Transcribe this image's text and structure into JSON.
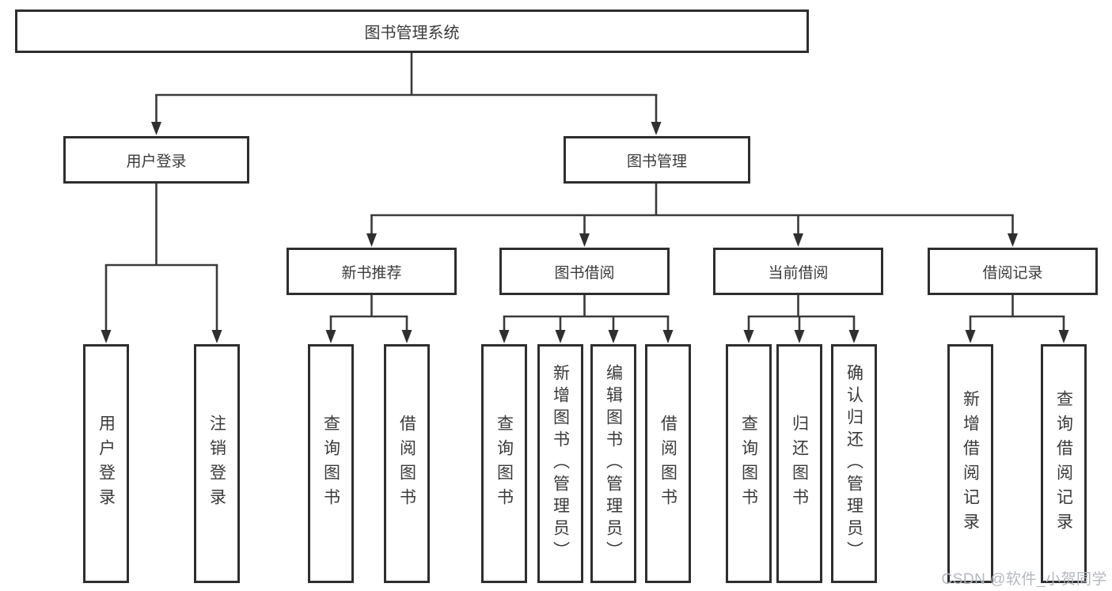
{
  "diagram": {
    "root_label": "图书管理系统",
    "level2": {
      "login": "用户登录",
      "management": "图书管理"
    },
    "level3": {
      "new_books": "新书推荐",
      "borrow": "图书借阅",
      "current": "当前借阅",
      "records": "借阅记录"
    },
    "leaves": {
      "login": [
        "用户登录",
        "注销登录"
      ],
      "new_books": [
        "查询图书",
        "借阅图书"
      ],
      "borrow": [
        "查询图书",
        "新增图书（管理员）",
        "编辑图书（管理员）",
        "借阅图书"
      ],
      "current": [
        "查询图书",
        "归还图书",
        "确认归还（管理员）"
      ],
      "records": [
        "新增借阅记录",
        "查询借阅记录"
      ]
    }
  },
  "watermark": "CSDN @软件_小贺同学",
  "colors": {
    "line": "#3a3a3a",
    "border": "#2e2e2e",
    "text": "#3a3a3a",
    "watermark": "#b4b8bf"
  }
}
